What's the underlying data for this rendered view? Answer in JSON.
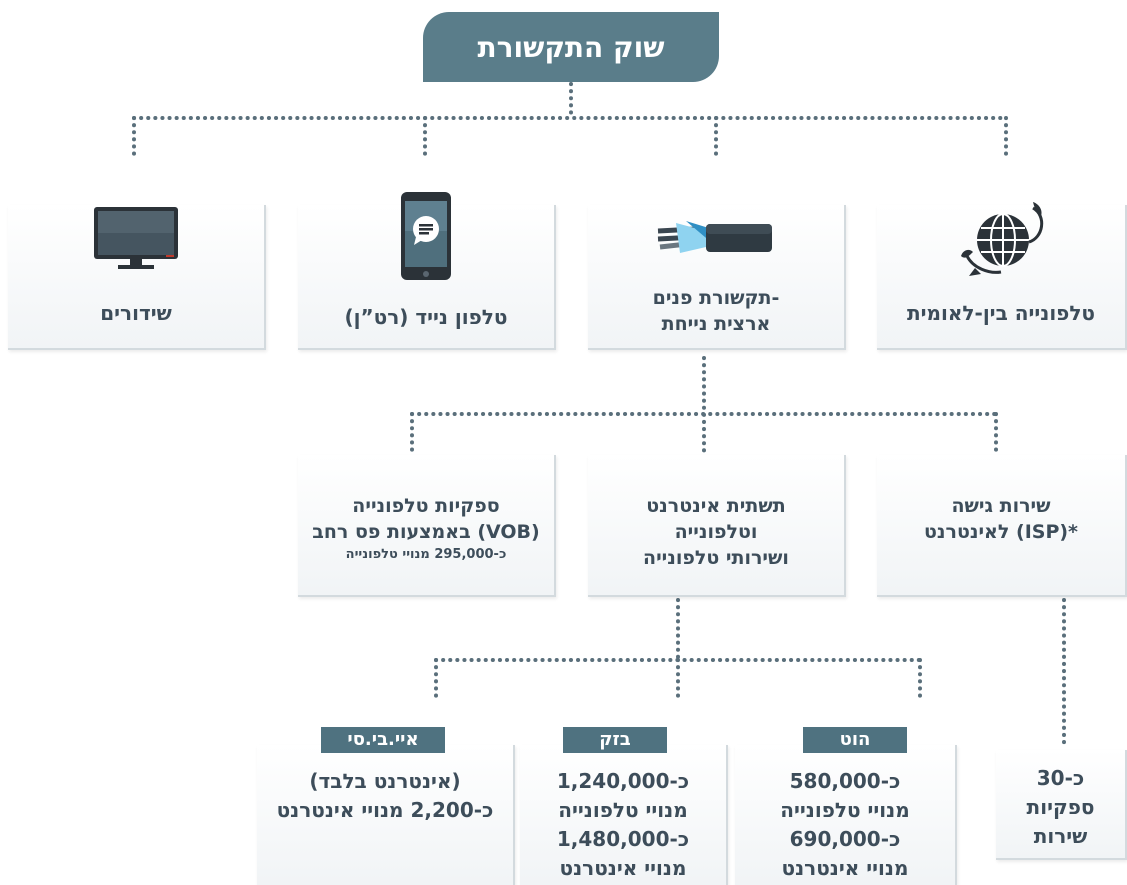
{
  "colors": {
    "header_bg": "#5a7d8a",
    "tag_bg": "#4f7280",
    "dots": "#5a6f7b",
    "text": "#3d4d5a"
  },
  "title": "שוק התקשורת",
  "categories": {
    "international": "טלפונייה בין-לאומית",
    "fixed": {
      "line1": "תקשורת פנים-",
      "line2": "ארצית נייחת"
    },
    "mobile": "טלפון נייד (רט”ן)",
    "broadcast": "שידורים"
  },
  "icons": {
    "international": "globe-phone-icon",
    "fixed": "fiber-cable-icon",
    "mobile": "smartphone-chat-icon",
    "broadcast": "television-icon"
  },
  "fixed_sub": {
    "isp": {
      "line1": "שירות גישה",
      "line2": "לאינטרנט (ISP)*"
    },
    "infra": {
      "line1": "תשתית אינטרנט",
      "line2": "וטלפונייה",
      "line3": "ושירותי טלפונייה"
    },
    "vob": {
      "line1": "ספקיות טלפונייה",
      "line2": "באמצעות פס רחב (VOB)",
      "line3": "כ-295,000 מנויי טלפונייה"
    }
  },
  "providers": {
    "isp_count": {
      "line1": "כ-30",
      "line2": "ספקיות",
      "line3": "שירות"
    },
    "hot": {
      "name": "הוט",
      "line1": "כ-580,000",
      "line2": "מנויי טלפונייה",
      "line3": "כ-690,000",
      "line4": "מנויי אינטרנט"
    },
    "bezeq": {
      "name": "בזק",
      "line1": "כ-1,240,000",
      "line2": "מנויי טלפונייה",
      "line3": "כ-1,480,000",
      "line4": "מנויי אינטרנט"
    },
    "ibc": {
      "name": "איי.בי.סי",
      "line1": "(אינטרנט בלבד)",
      "line2": "כ-2,200 מנויי אינטרנט"
    }
  }
}
